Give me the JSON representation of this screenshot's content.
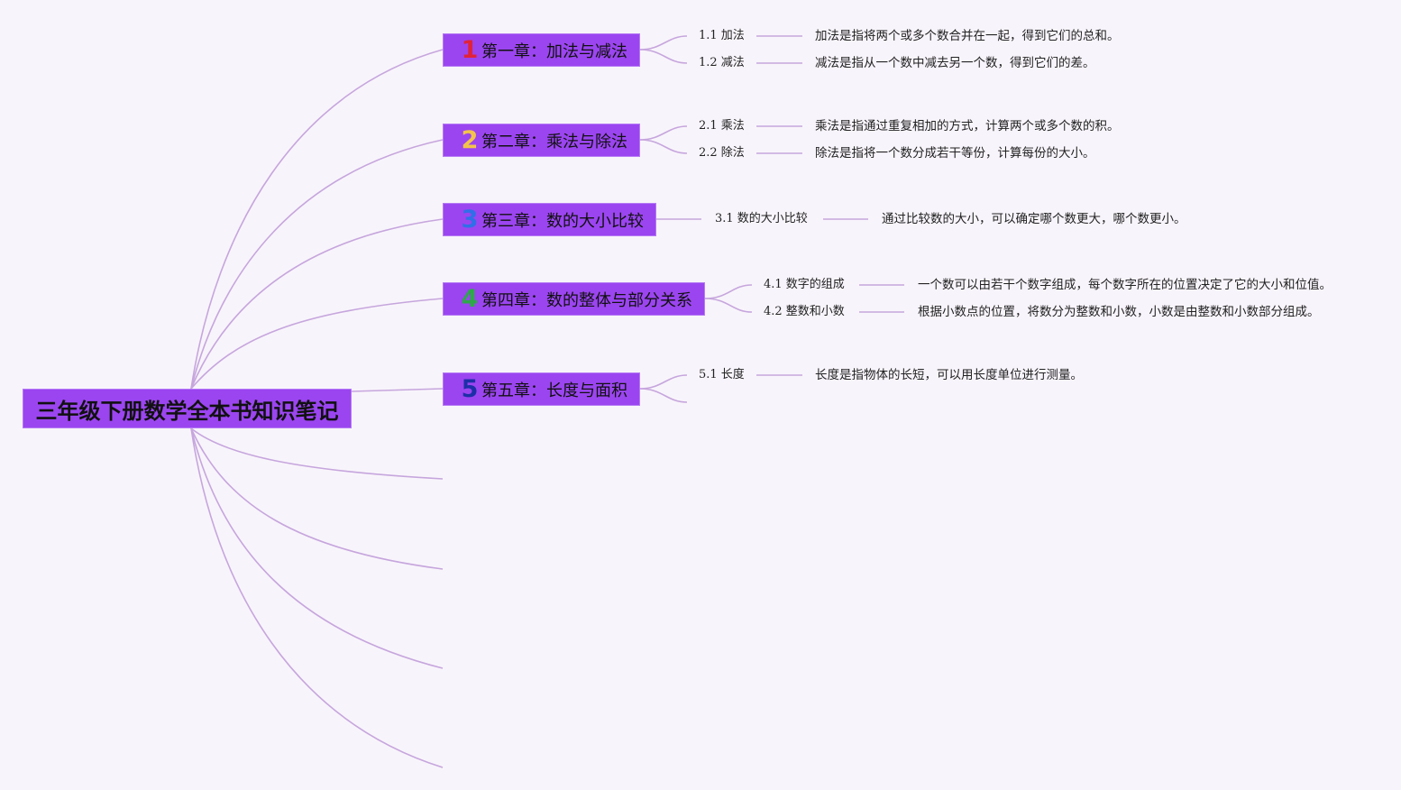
{
  "root": {
    "title": "三年级下册数学全本书知识笔记"
  },
  "colors": {
    "background": "#f8f4fb",
    "node_fill": "#9b45f0",
    "connector": "#c6a6dd"
  },
  "chapters": [
    {
      "number": "1",
      "number_color": "#e0233a",
      "title": "第一章：加法与减法",
      "subtopics": [
        {
          "label": "1.1 加法",
          "description": "加法是指将两个或多个数合并在一起，得到它们的总和。"
        },
        {
          "label": "1.2 减法",
          "description": "减法是指从一个数中减去另一个数，得到它们的差。"
        }
      ]
    },
    {
      "number": "2",
      "number_color": "#f3c44a",
      "title": "第二章：乘法与除法",
      "subtopics": [
        {
          "label": "2.1 乘法",
          "description": "乘法是指通过重复相加的方式，计算两个或多个数的积。"
        },
        {
          "label": "2.2 除法",
          "description": "除法是指将一个数分成若干等份，计算每份的大小。"
        }
      ]
    },
    {
      "number": "3",
      "number_color": "#2f6fe8",
      "title": "第三章：数的大小比较",
      "subtopics": [
        {
          "label": "3.1 数的大小比较",
          "description": "通过比较数的大小，可以确定哪个数更大，哪个数更小。"
        }
      ]
    },
    {
      "number": "4",
      "number_color": "#2ea84a",
      "title": "第四章：数的整体与部分关系",
      "subtopics": [
        {
          "label": "4.1 数字的组成",
          "description": "一个数可以由若干个数字组成，每个数字所在的位置决定了它的大小和位值。"
        },
        {
          "label": "4.2 整数和小数",
          "description": "根据小数点的位置，将数分为整数和小数，小数是由整数和小数部分组成。"
        }
      ]
    },
    {
      "number": "5",
      "number_color": "#1d2fa8",
      "title": "第五章：长度与面积",
      "subtopics": [
        {
          "label": "5.1 长度",
          "description": "长度是指物体的长短，可以用长度单位进行测量。"
        }
      ]
    }
  ]
}
